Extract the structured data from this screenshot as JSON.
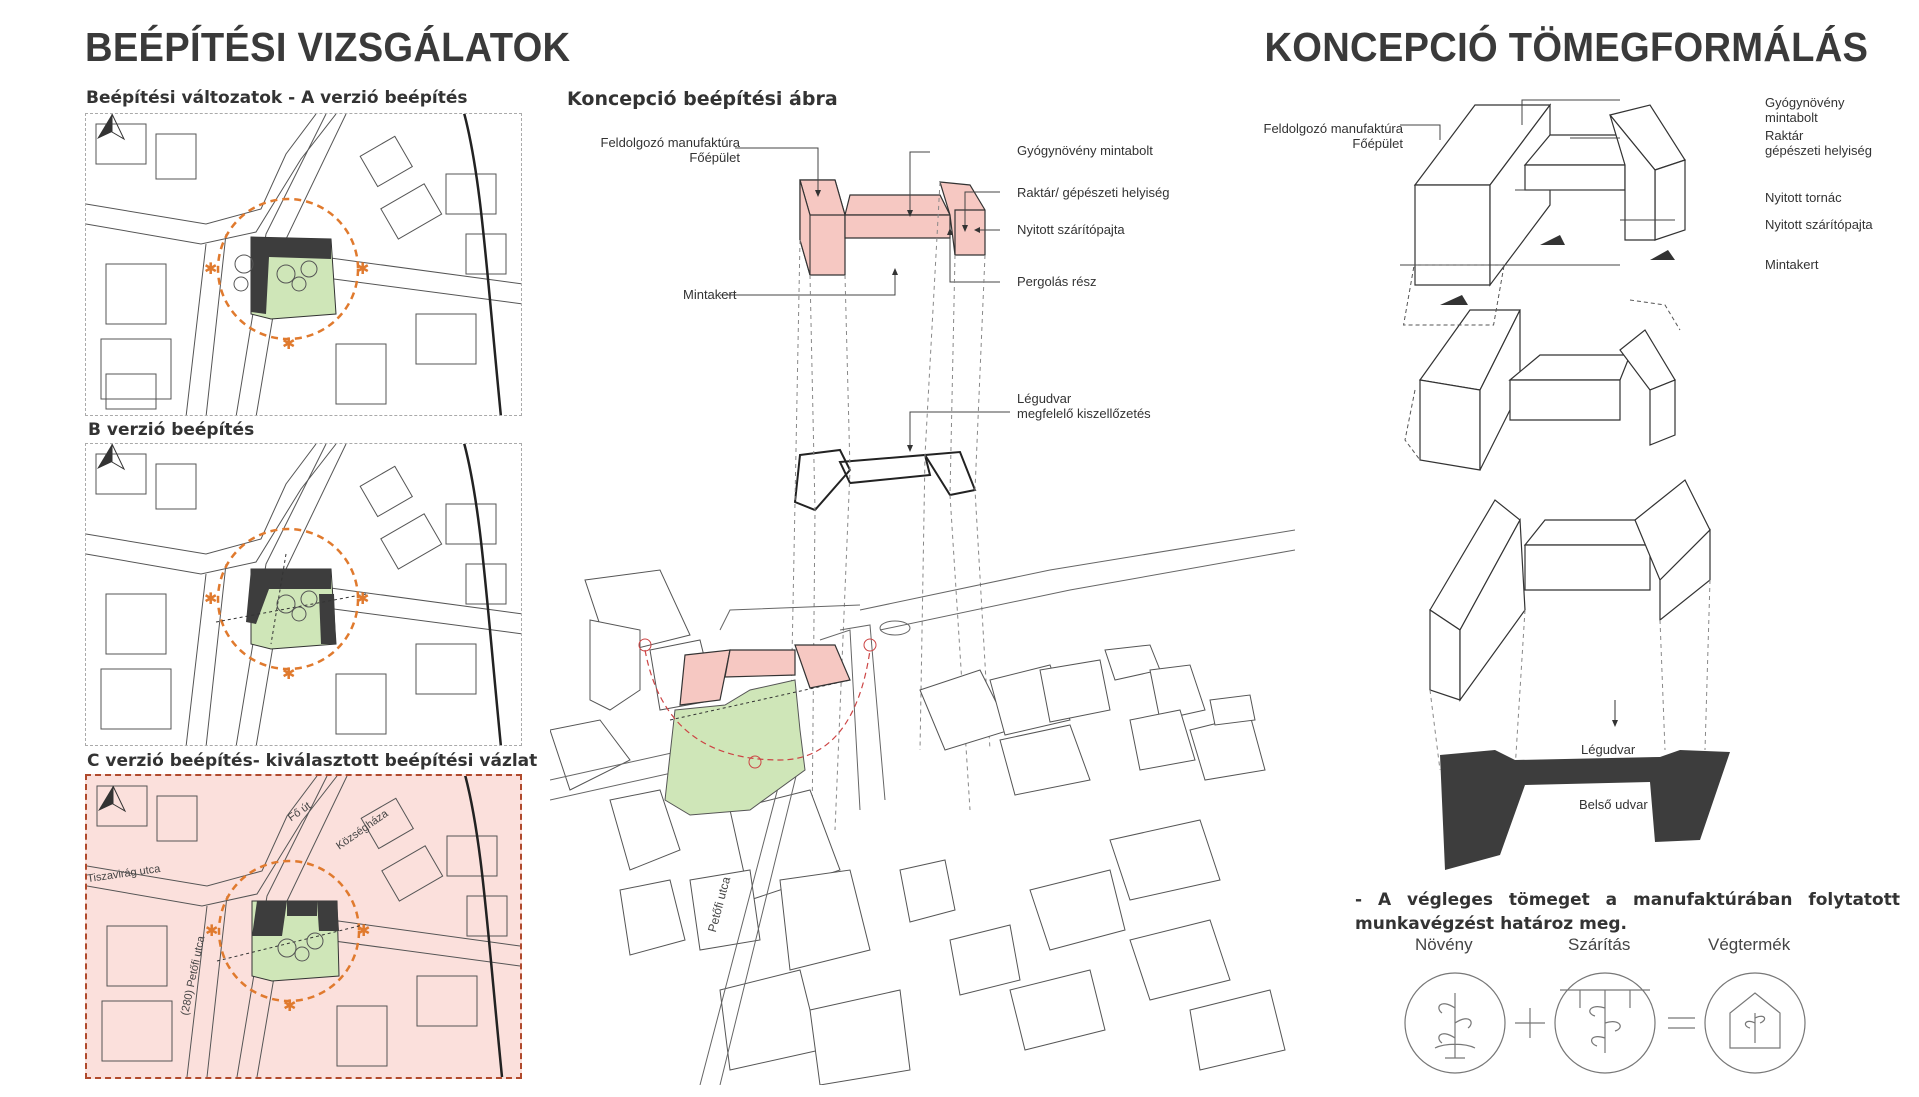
{
  "titles": {
    "left": "BEÉPÍTÉSI VIZSGÁLATOK",
    "right": "KONCEPCIÓ TÖMEGFORMÁLÁS"
  },
  "variants": {
    "a_label": "Beépítési változatok - A verzió beépítés",
    "b_label": "B verzió beépítés",
    "c_label": "C verzió beépítés- kiválasztott beépítési vázlat"
  },
  "streets": {
    "fo_ut": "Fő út",
    "kozseghaza": "Községháza",
    "tiszavirag": "Tiszavirág utca",
    "petofi_map": "(280) Petőfi utca",
    "petofi_axo": "Petőfi utca"
  },
  "concept": {
    "title": "Koncepció beépítési ábra",
    "labels": {
      "main_building": "Feldolgozó manufaktúra\nFőépület",
      "shop": "Gyógynövény mintabolt",
      "storage": "Raktár/ gépészeti helyiség",
      "drying": "Nyitott szárítópajta",
      "pergola": "Pergolás rész",
      "garden": "Mintakert",
      "air_court": "Légudvar\nmegfelelő kiszellőzetés"
    }
  },
  "mass": {
    "labels": {
      "main_building": "Feldolgozó manufaktúra\nFőépület",
      "shop": "Gyógynövény\nmintabolt",
      "storage": "Raktár\ngépészeti helyiség",
      "porch": "Nyitott tornác",
      "drying": "Nyitott szárítópajta",
      "garden": "Mintakert",
      "air_court": "Légudvar",
      "inner_court": "Belső udvar"
    }
  },
  "note": {
    "text": "- A végleges tömeget a manufaktúrában folytatott munkavégzést határoz meg."
  },
  "flow": {
    "items": [
      "Növény",
      "Szárítás",
      "Végtermék"
    ]
  },
  "colors": {
    "pink": "#f6c8c2",
    "green": "#cfe6b8",
    "dark": "#3d3d3d",
    "orange": "#e07a2e",
    "red_dashed": "#b04a2c"
  }
}
